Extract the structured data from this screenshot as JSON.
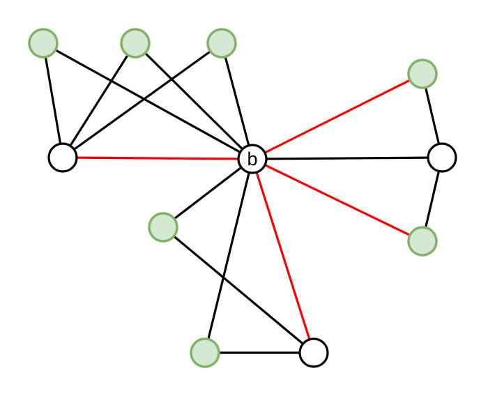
{
  "colors": {
    "edge_black": "#000000",
    "edge_red": "#ff0000",
    "node_plain_fill": "#ffffff",
    "node_plain_stroke": "#000000",
    "node_green_fill": "#d5e8d4",
    "node_green_stroke": "#82b366"
  },
  "nodes": [
    {
      "id": "b",
      "label": "b",
      "style": "plain"
    },
    {
      "id": "w1",
      "label": "",
      "style": "plain"
    },
    {
      "id": "w2",
      "label": "",
      "style": "plain"
    },
    {
      "id": "w3",
      "label": "",
      "style": "plain"
    },
    {
      "id": "g1",
      "label": "",
      "style": "green"
    },
    {
      "id": "g2",
      "label": "",
      "style": "green"
    },
    {
      "id": "g3",
      "label": "",
      "style": "green"
    },
    {
      "id": "g4",
      "label": "",
      "style": "green"
    },
    {
      "id": "g5",
      "label": "",
      "style": "green"
    },
    {
      "id": "g6",
      "label": "",
      "style": "green"
    },
    {
      "id": "g7",
      "label": "",
      "style": "green"
    }
  ],
  "edges": [
    {
      "from": "g1",
      "to": "w1",
      "color": "black"
    },
    {
      "from": "g1",
      "to": "b",
      "color": "black"
    },
    {
      "from": "g2",
      "to": "w1",
      "color": "black"
    },
    {
      "from": "g2",
      "to": "b",
      "color": "black"
    },
    {
      "from": "g3",
      "to": "w1",
      "color": "black"
    },
    {
      "from": "g3",
      "to": "b",
      "color": "black"
    },
    {
      "from": "w1",
      "to": "b",
      "color": "red"
    },
    {
      "from": "b",
      "to": "g4",
      "color": "red"
    },
    {
      "from": "b",
      "to": "w2",
      "color": "black"
    },
    {
      "from": "b",
      "to": "g5",
      "color": "red"
    },
    {
      "from": "g4",
      "to": "w2",
      "color": "black"
    },
    {
      "from": "w2",
      "to": "g5",
      "color": "black"
    },
    {
      "from": "b",
      "to": "g6",
      "color": "black"
    },
    {
      "from": "b",
      "to": "g7",
      "color": "black"
    },
    {
      "from": "b",
      "to": "w3",
      "color": "red"
    },
    {
      "from": "g6",
      "to": "w3",
      "color": "black"
    },
    {
      "from": "g7",
      "to": "w3",
      "color": "black"
    }
  ]
}
